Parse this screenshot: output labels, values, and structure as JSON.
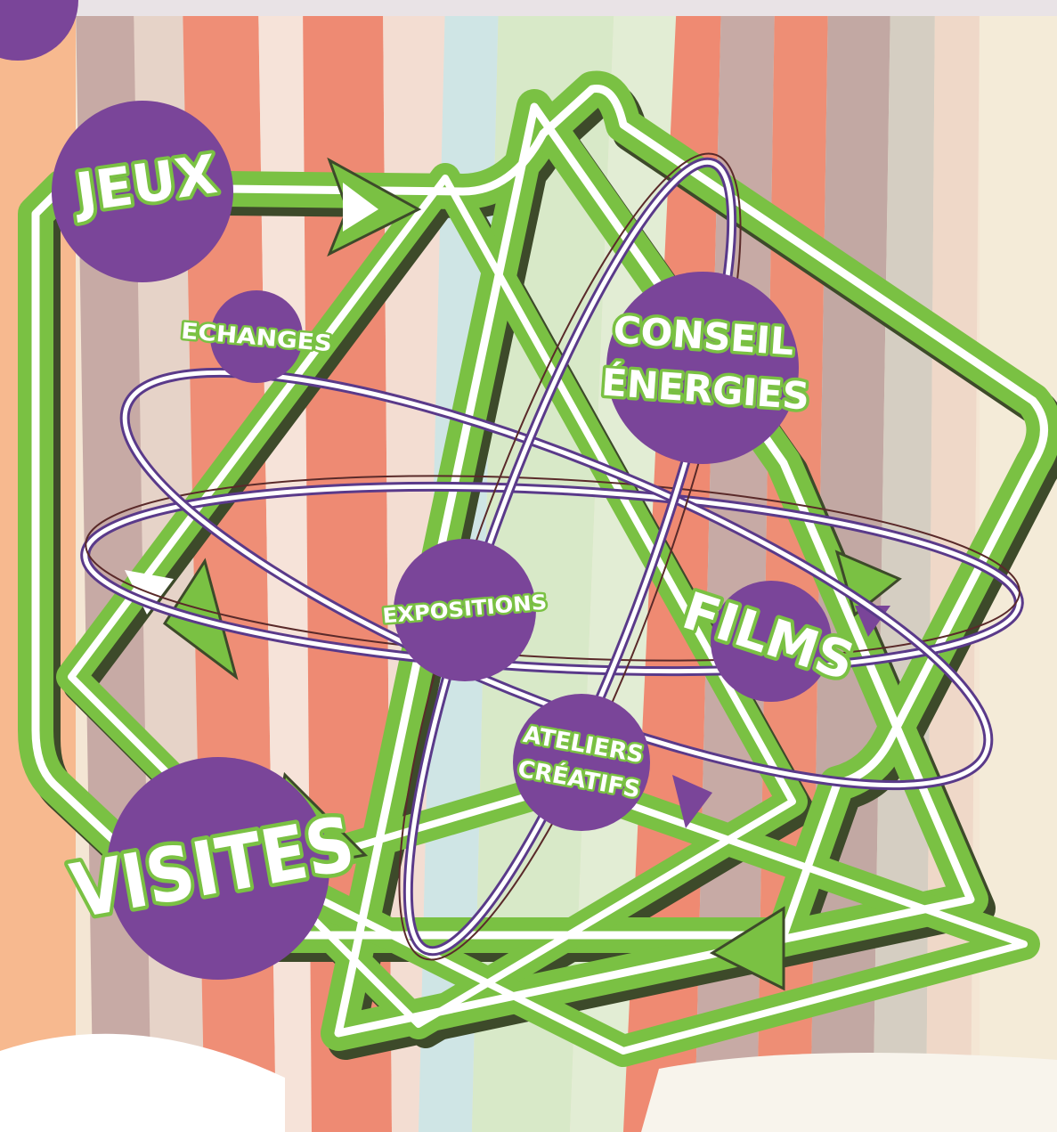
{
  "colors": {
    "purple": "#7a4599",
    "green": "#7ac143",
    "dark_green": "#4a8a2a",
    "white": "#ffffff",
    "outline_purple": "#5a3a8a",
    "outline_brown": "#5a2a2a"
  },
  "activities": {
    "jeux": "JEUX",
    "echanges": "ECHANGES",
    "conseil_line1": "CONSEIL",
    "conseil_line2": "ÉNERGIES",
    "expositions": "EXPOSITIONS",
    "films": "FILMS",
    "ateliers_line1": "ATELIERS",
    "ateliers_line2": "CRÉATIFS",
    "visites": "VISITES"
  }
}
